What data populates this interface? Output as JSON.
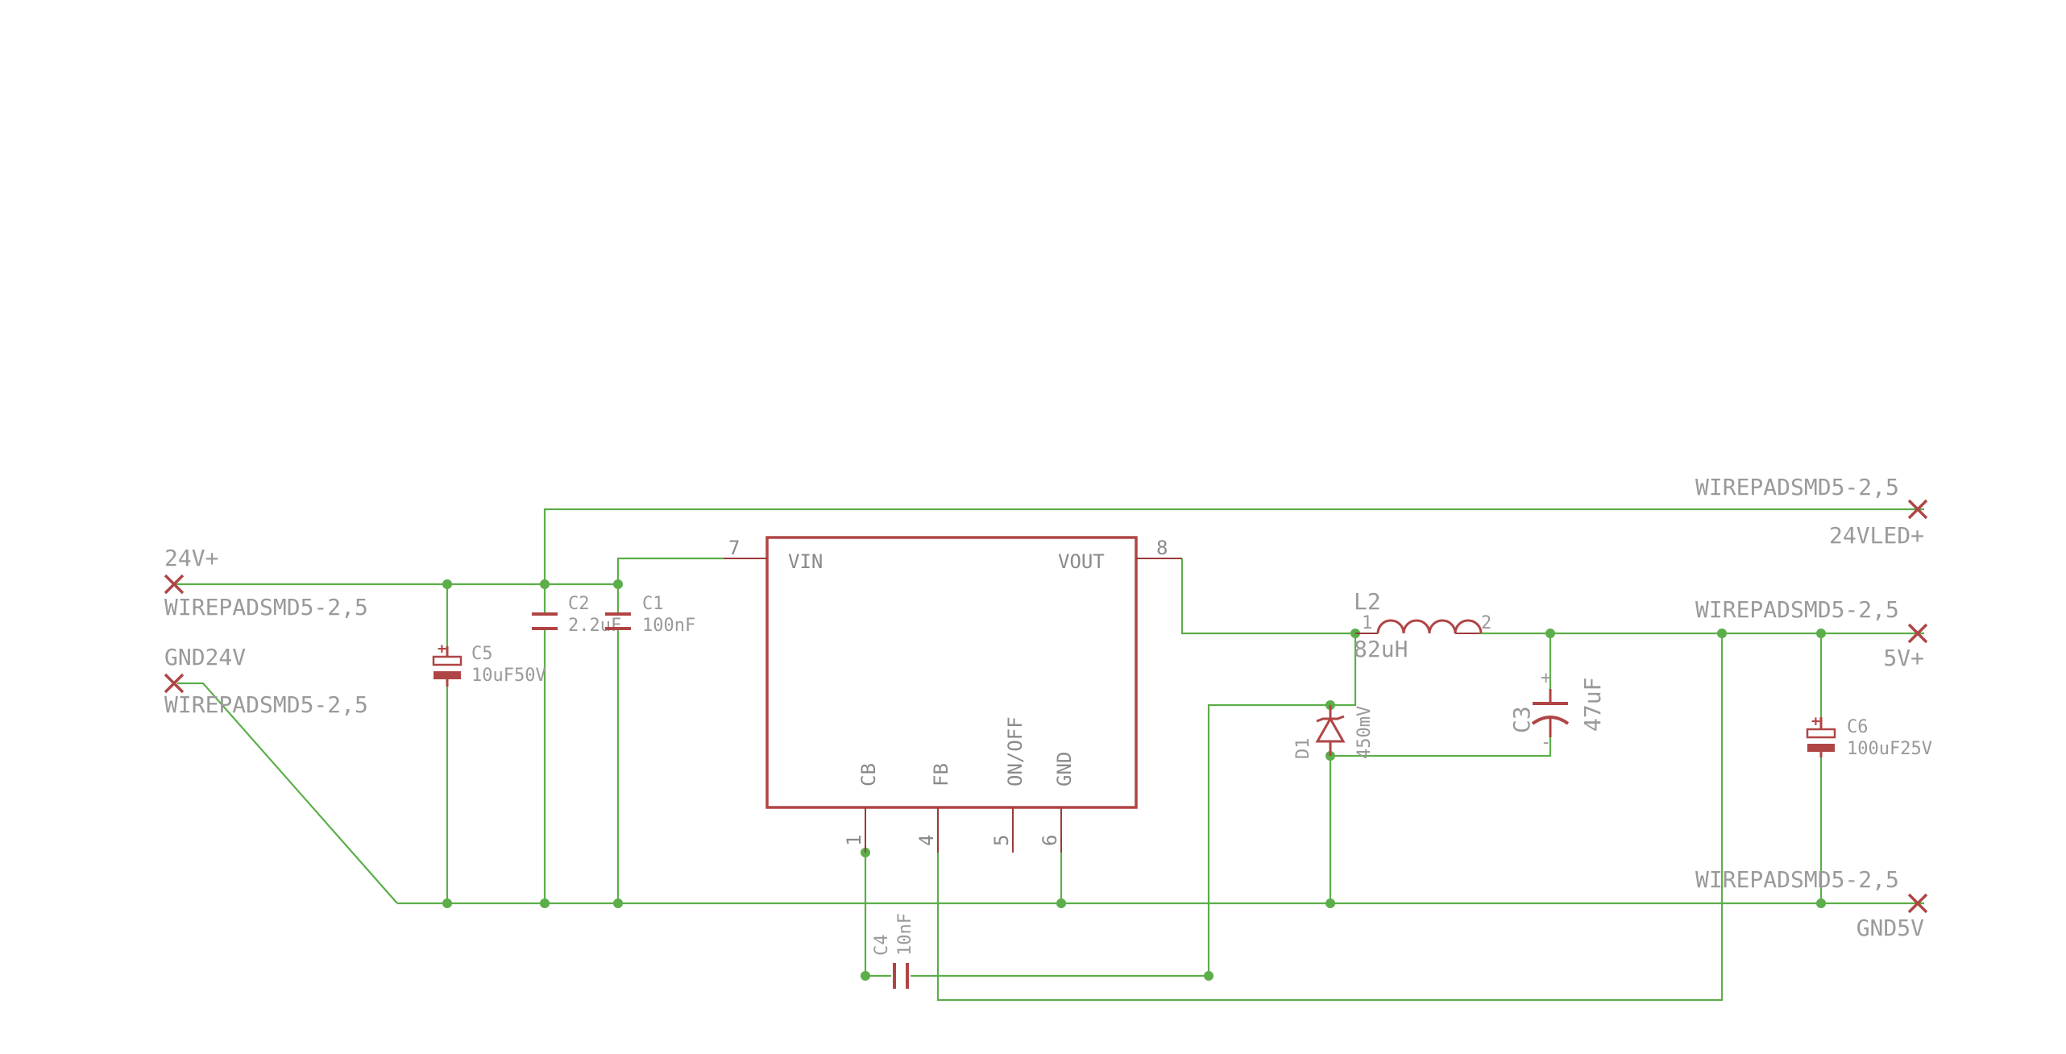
{
  "connectors": {
    "in_24v": {
      "name": "24V+",
      "package": "WIREPADSMD5-2,5"
    },
    "in_gnd": {
      "name": "GND24V",
      "package": "WIREPADSMD5-2,5"
    },
    "out_24vled": {
      "name": "24VLED+",
      "package": "WIREPADSMD5-2,5"
    },
    "out_5v": {
      "name": "5V+",
      "package": "WIREPADSMD5-2,5"
    },
    "out_gnd5v": {
      "name": "GND5V",
      "package": "WIREPADSMD5-2,5"
    }
  },
  "capacitors": {
    "c5": {
      "name": "C5",
      "value": "10uF50V"
    },
    "c2": {
      "name": "C2",
      "value": "2.2uF"
    },
    "c1": {
      "name": "C1",
      "value": "100nF"
    },
    "c3": {
      "name": "C3",
      "value": "47uF",
      "plus": "+",
      "minus": "-"
    },
    "c6": {
      "name": "C6",
      "value": "100uF25V"
    },
    "c4": {
      "name": "C4",
      "value": "10nF"
    }
  },
  "polarity": {
    "plus": "+"
  },
  "inductor": {
    "name": "L2",
    "value": "82uH",
    "pin1": "1",
    "pin2": "2"
  },
  "diode": {
    "name": "D1",
    "value": "450mV"
  },
  "ic": {
    "pins": {
      "vin": {
        "label": "VIN",
        "num": "7"
      },
      "vout": {
        "label": "VOUT",
        "num": "8"
      },
      "cb": {
        "label": "CB",
        "num": "1"
      },
      "fb": {
        "label": "FB",
        "num": "4"
      },
      "onoff": {
        "label": "ON/OFF",
        "num": "5"
      },
      "gnd": {
        "label": "GND",
        "num": "6"
      }
    }
  },
  "colors": {
    "wire": "#5bae49",
    "symbol": "#b04545",
    "label": "#9a9a9a",
    "background": "#ffffff"
  }
}
